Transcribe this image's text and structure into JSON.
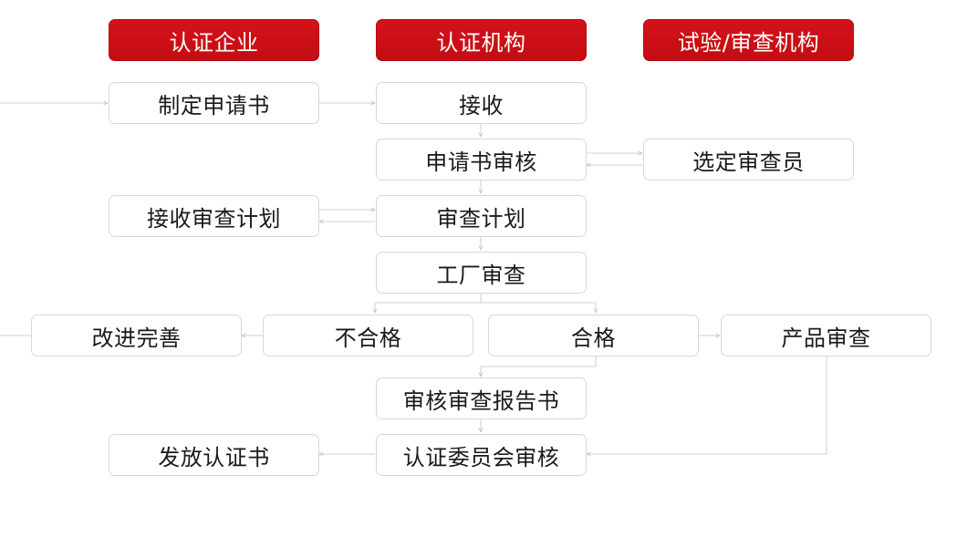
{
  "columns": {
    "enterprise": "认证企业",
    "institution": "认证机构",
    "lab": "试验/审查机构"
  },
  "nodes": {
    "prepare_application": "制定申请书",
    "receive": "接收",
    "application_review": "申请书审核",
    "select_auditor": "选定审查员",
    "receive_audit_plan": "接收审查计划",
    "audit_plan": "审查计划",
    "factory_audit": "工厂审查",
    "improve": "改进完善",
    "fail": "不合格",
    "pass": "合格",
    "product_review": "产品审查",
    "review_audit_report": "审核审查报告书",
    "committee_review": "认证委员会审核",
    "issue_certificate": "发放认证书"
  },
  "style": {
    "header_color": "#c8111a",
    "edge_color": "#cfcfcf",
    "border_color": "#d7d7d7"
  }
}
